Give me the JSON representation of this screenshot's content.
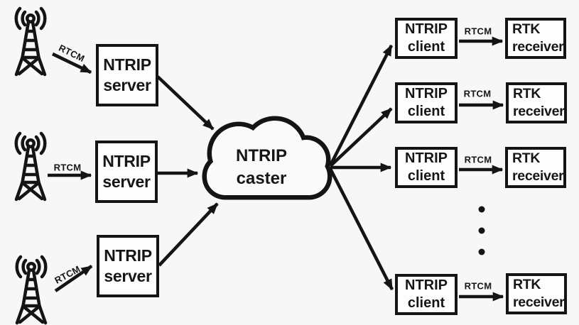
{
  "colors": {
    "background": "#f7f7f8",
    "ink": "#141414",
    "box_fill": "#fdfdfe"
  },
  "caster": {
    "line1": "NTRIP",
    "line2": "caster"
  },
  "servers": [
    {
      "line1": "NTRIP",
      "line2": "server"
    },
    {
      "line1": "NTRIP",
      "line2": "server"
    },
    {
      "line1": "NTRIP",
      "line2": "server"
    }
  ],
  "clients": [
    {
      "line1": "NTRIP",
      "line2": "client"
    },
    {
      "line1": "NTRIP",
      "line2": "client"
    },
    {
      "line1": "NTRIP",
      "line2": "client"
    },
    {
      "line1": "NTRIP",
      "line2": "client"
    }
  ],
  "receivers": [
    {
      "line1": "RTK",
      "line2": "receiver"
    },
    {
      "line1": "RTK",
      "line2": "receiver"
    },
    {
      "line1": "RTK",
      "line2": "receiver"
    },
    {
      "line1": "RTK",
      "line2": "receiver"
    }
  ],
  "rtcm": {
    "left": [
      "RTCM",
      "RTCM",
      "RTCM"
    ],
    "right": [
      "RTCM",
      "RTCM",
      "RTCM",
      "RTCM"
    ]
  },
  "ellipsis_dots": 3
}
